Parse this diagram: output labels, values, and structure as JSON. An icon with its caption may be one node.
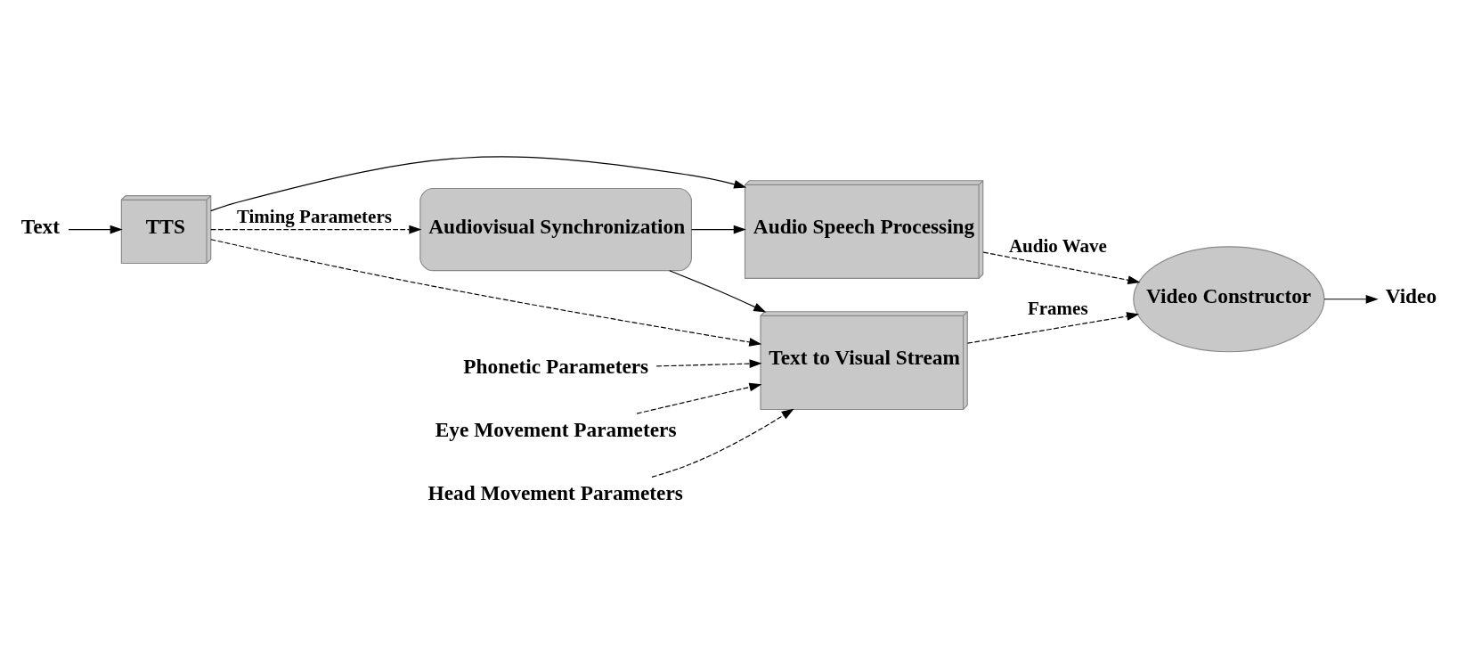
{
  "diagram": {
    "nodes": [
      {
        "text": [
          "Text"
        ]
      },
      {
        "text": [
          "TTS"
        ]
      },
      {
        "text": [
          "Audio Speech Processing"
        ]
      },
      {
        "text": [
          "Audiovisual Synchronization"
        ]
      },
      {
        "text": [
          "Video Constructor"
        ]
      },
      {
        "text": [
          "Video"
        ]
      },
      {
        "text": [
          "Phonetic Parameters"
        ]
      },
      {
        "text": [
          "Eye Movement Parameters"
        ]
      },
      {
        "text": [
          "Head Movement Parameters"
        ]
      },
      {
        "text": [
          "Text to Visual Stream"
        ]
      }
    ],
    "edges": [
      {
        "from": 0,
        "to": 1,
        "arrow": "to"
      },
      {
        "from": 1,
        "to": 2,
        "arrow": "to"
      },
      {
        "from": 1,
        "to": 3,
        "arrow": "to",
        "style": "dashed",
        "label": "Timing Parameters"
      },
      {
        "from": 1,
        "to": 9,
        "arrow": "to",
        "style": "dashed"
      },
      {
        "from": 3,
        "to": 2,
        "arrow": "to"
      },
      {
        "from": 3,
        "to": 9,
        "arrow": "to"
      },
      {
        "from": 2,
        "to": 4,
        "arrow": "to",
        "style": "dashed",
        "label": "Audio Wave"
      },
      {
        "from": 9,
        "to": 4,
        "arrow": "to",
        "style": "dashed",
        "label": "Frames"
      },
      {
        "from": 4,
        "to": 5,
        "arrow": "to"
      },
      {
        "from": 6,
        "to": 9,
        "arrow": "to",
        "style": "dashed"
      },
      {
        "from": 7,
        "to": 9,
        "arrow": "to",
        "style": "dashed"
      },
      {
        "from": 8,
        "to": 9,
        "arrow": "to",
        "style": "dashed"
      }
    ]
  }
}
